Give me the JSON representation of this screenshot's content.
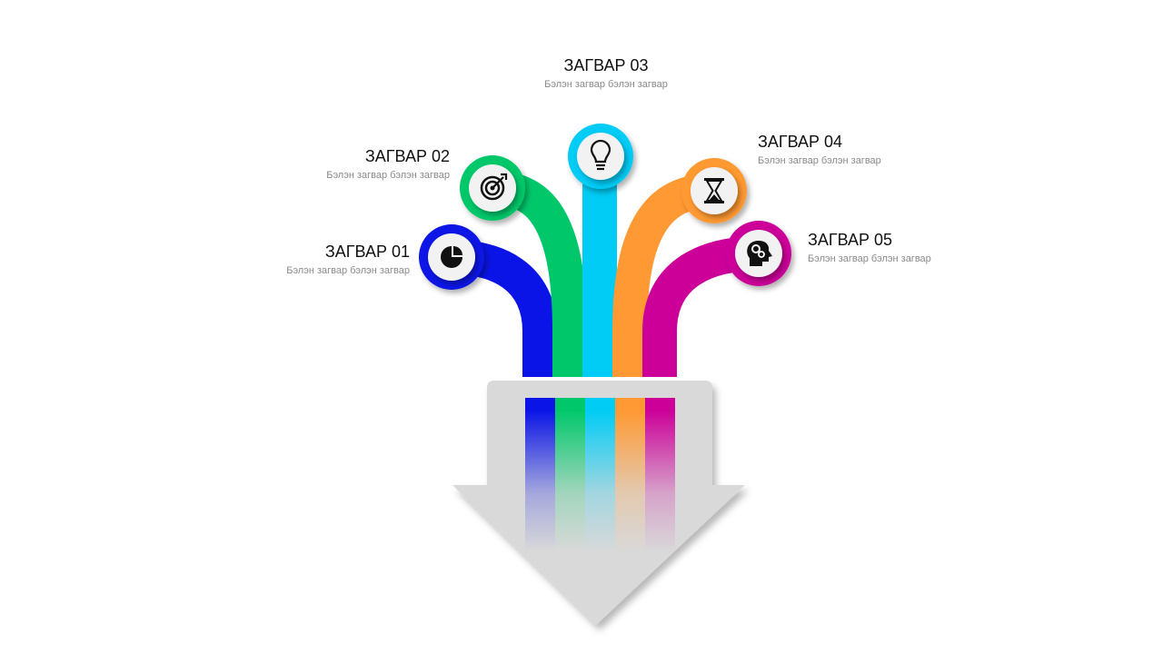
{
  "items": [
    {
      "title": "ЗАГВАР 01",
      "subtitle": "Бэлэн загвар бэлэн загвар",
      "color": "#0a14e6",
      "icon": "pie-chart-icon"
    },
    {
      "title": "ЗАГВАР 02",
      "subtitle": "Бэлэн загвар бэлэн загвар",
      "color": "#00c86a",
      "icon": "target-icon"
    },
    {
      "title": "ЗАГВАР 03",
      "subtitle": "Бэлэн загвар бэлэн загвар",
      "color": "#00ccf5",
      "icon": "lightbulb-icon"
    },
    {
      "title": "ЗАГВАР 04",
      "subtitle": "Бэлэн загвар бэлэн загвар",
      "color": "#ff9933",
      "icon": "hourglass-icon"
    },
    {
      "title": "ЗАГВАР 05",
      "subtitle": "Бэлэн загвар бэлэн загвар",
      "color": "#cc0099",
      "icon": "head-gears-icon"
    }
  ],
  "arrow_color": "#d9d9d9"
}
